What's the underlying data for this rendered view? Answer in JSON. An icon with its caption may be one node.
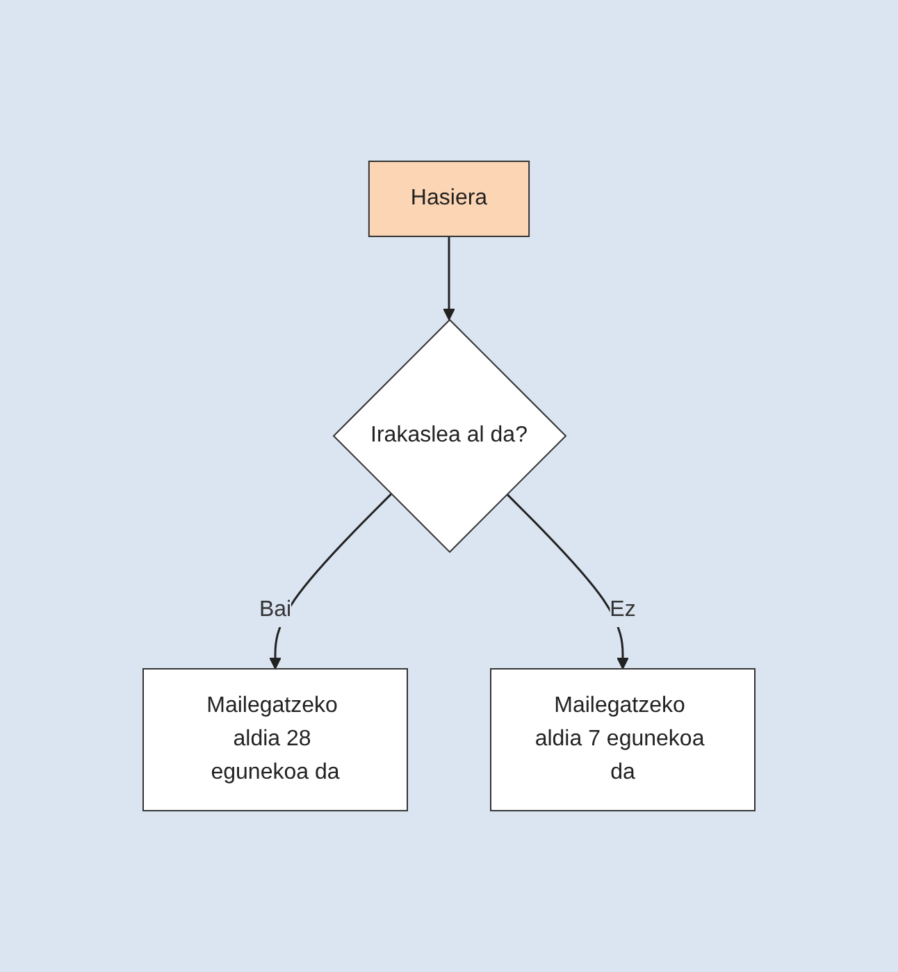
{
  "diagram": {
    "nodes": [
      {
        "text": [
          "Hasiera"
        ]
      },
      {
        "text": [
          "Irakaslea al da?"
        ]
      },
      {
        "text": [
          "Mailegatzeko aldia 28 egunekoa da"
        ]
      },
      {
        "text": [
          "Mailegatzeko aldia 7 egunekoa da"
        ]
      }
    ],
    "edges": [
      {
        "from": 0,
        "to": 1,
        "arrow": "to"
      },
      {
        "from": 1,
        "to": 2,
        "arrow": "to",
        "label": "Bai"
      },
      {
        "from": 1,
        "to": 3,
        "arrow": "to",
        "label": "Ez"
      }
    ]
  }
}
